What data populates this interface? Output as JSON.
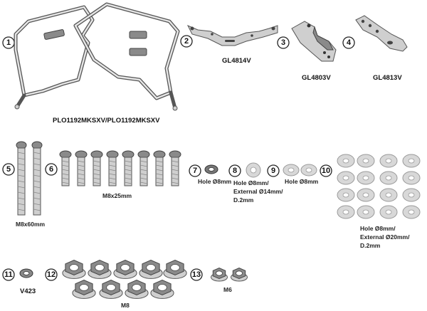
{
  "items": [
    {
      "number": "1",
      "code": "PLO1192MKSXV/PLO1192MKSXV"
    },
    {
      "number": "2",
      "code": "GL4814V"
    },
    {
      "number": "3",
      "code": "GL4803V"
    },
    {
      "number": "4",
      "code": "GL4813V"
    },
    {
      "number": "5",
      "desc": "M8x60mm"
    },
    {
      "number": "6",
      "desc": "M8x25mm"
    },
    {
      "number": "7",
      "desc": "Hole Ø8mm"
    },
    {
      "number": "8",
      "desc_lines": [
        "Hole Ø8mm/",
        "External Ø14mm/",
        "D.2mm"
      ]
    },
    {
      "number": "9",
      "desc": "Hole Ø8mm"
    },
    {
      "number": "10",
      "desc_lines": [
        "Hole Ø8mm/",
        "External Ø20mm/",
        "D.2mm"
      ]
    },
    {
      "number": "11",
      "code": "V423"
    },
    {
      "number": "12",
      "desc": "M8"
    },
    {
      "number": "13",
      "desc": "M6"
    }
  ],
  "icons": {
    "frame": "side-rack-frame-icon",
    "bracket_2": "curved-plate-bracket-icon",
    "bracket_3": "angled-plate-bracket-icon",
    "bracket_4": "flat-plate-bracket-icon",
    "long_screw": "screw-icon",
    "short_screw": "screw-icon",
    "lock_washer": "split-washer-icon",
    "flat_washer": "flat-washer-icon",
    "spacer": "spacer-icon",
    "flange_nut": "flange-nut-icon"
  },
  "colors": {
    "metal": "#cfcfcf",
    "outline": "#555555",
    "text": "#111111"
  }
}
